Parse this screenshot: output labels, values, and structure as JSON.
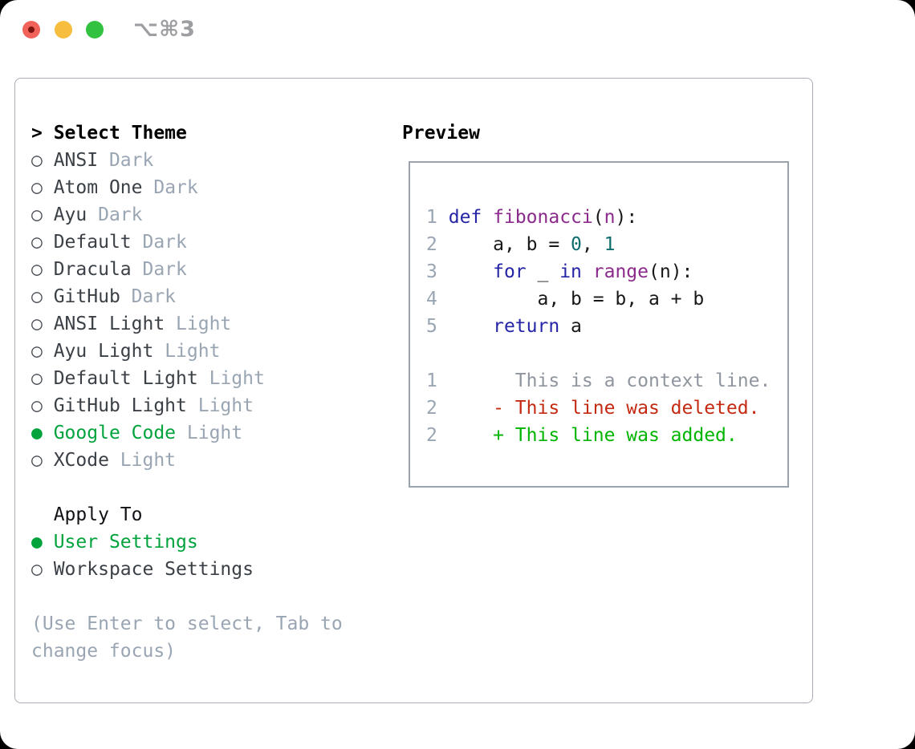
{
  "window": {
    "title": "⌥⌘3"
  },
  "colors": {
    "selection_green": "#00a33c",
    "added_green": "#00b400",
    "deleted_red": "#c42a12",
    "context_gray": "#8f959e",
    "keyword_blue": "#2525a5",
    "name_purple": "#8b2a8b",
    "literal_teal": "#0d6d6d",
    "muted_gray": "#9aa5b3",
    "panel_border": "#a9aeb6",
    "traffic_red": "#f1635a",
    "traffic_yellow": "#f6bd3f",
    "traffic_green": "#33c23f"
  },
  "theme_list": {
    "cursor": "> ",
    "header": "Select Theme",
    "items": [
      {
        "name": "ANSI",
        "variant": "Dark",
        "selected": false
      },
      {
        "name": "Atom One",
        "variant": "Dark",
        "selected": false
      },
      {
        "name": "Ayu",
        "variant": "Dark",
        "selected": false
      },
      {
        "name": "Default",
        "variant": "Dark",
        "selected": false
      },
      {
        "name": "Dracula",
        "variant": "Dark",
        "selected": false
      },
      {
        "name": "GitHub",
        "variant": "Dark",
        "selected": false
      },
      {
        "name": "ANSI Light",
        "variant": "Light",
        "selected": false
      },
      {
        "name": "Ayu Light",
        "variant": "Light",
        "selected": false
      },
      {
        "name": "Default Light",
        "variant": "Light",
        "selected": false
      },
      {
        "name": "GitHub Light",
        "variant": "Light",
        "selected": false
      },
      {
        "name": "Google Code",
        "variant": "Light",
        "selected": true
      },
      {
        "name": "XCode",
        "variant": "Light",
        "selected": false
      }
    ]
  },
  "apply_to": {
    "header": "Apply To",
    "options": [
      {
        "label": "User Settings",
        "selected": true
      },
      {
        "label": "Workspace Settings",
        "selected": false
      }
    ]
  },
  "help_text": "(Use Enter to select, Tab to change focus)",
  "preview": {
    "header": "Preview",
    "code_lines": [
      {
        "num": "1",
        "tokens": [
          {
            "c": "kw",
            "t": "def"
          },
          {
            "c": "pln",
            "t": " "
          },
          {
            "c": "typ",
            "t": "fibonacci"
          },
          {
            "c": "pln",
            "t": "("
          },
          {
            "c": "typ",
            "t": "n"
          },
          {
            "c": "pln",
            "t": "):"
          }
        ]
      },
      {
        "num": "2",
        "tokens": [
          {
            "c": "pln",
            "t": "    a, b = "
          },
          {
            "c": "lit",
            "t": "0"
          },
          {
            "c": "pln",
            "t": ", "
          },
          {
            "c": "lit",
            "t": "1"
          }
        ]
      },
      {
        "num": "3",
        "tokens": [
          {
            "c": "pln",
            "t": "    "
          },
          {
            "c": "kw",
            "t": "for"
          },
          {
            "c": "pln",
            "t": " _ "
          },
          {
            "c": "kw",
            "t": "in"
          },
          {
            "c": "pln",
            "t": " "
          },
          {
            "c": "typ",
            "t": "range"
          },
          {
            "c": "pln",
            "t": "(n):"
          }
        ]
      },
      {
        "num": "4",
        "tokens": [
          {
            "c": "pln",
            "t": "        a, b = b, a + b"
          }
        ]
      },
      {
        "num": "5",
        "tokens": [
          {
            "c": "pln",
            "t": "    "
          },
          {
            "c": "kw",
            "t": "return"
          },
          {
            "c": "pln",
            "t": " a"
          }
        ]
      }
    ],
    "diff_lines": [
      {
        "num": "1",
        "kind": "context",
        "text": "      This is a context line."
      },
      {
        "num": "2",
        "kind": "deleted",
        "text": "    - This line was deleted."
      },
      {
        "num": "2",
        "kind": "added",
        "text": "    + This line was added."
      }
    ]
  }
}
